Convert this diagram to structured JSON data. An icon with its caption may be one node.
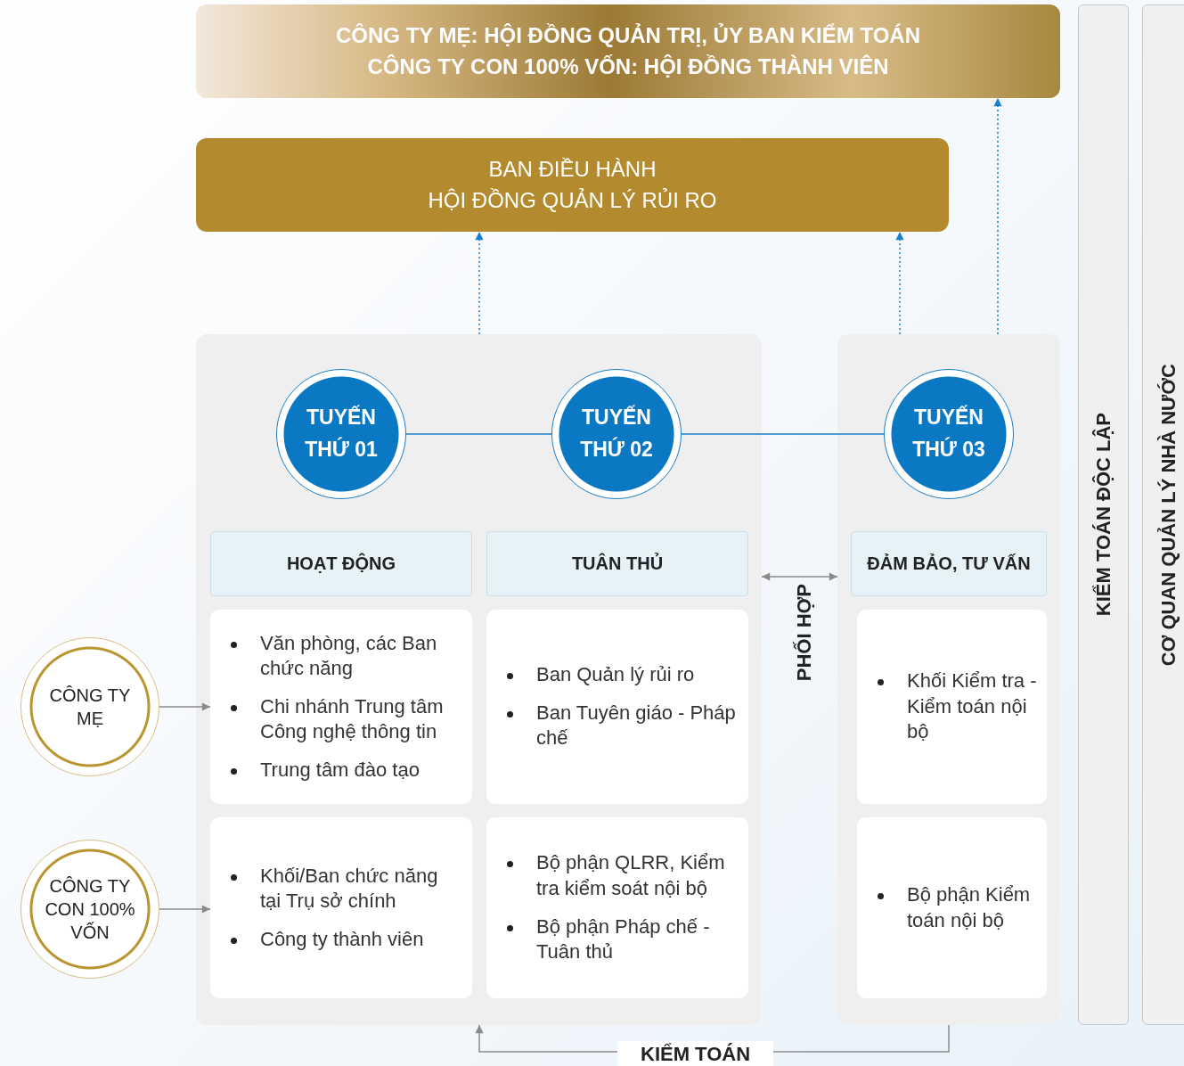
{
  "diagram": {
    "nodes": [
      {
        "text": [
          "CÔNG TY MẸ: HỘI ĐỒNG QUẢN TRỊ, ỦY BAN KIỂM TOÁN",
          "CÔNG TY CON 100% VỐN: HỘI ĐỒNG THÀNH VIÊN"
        ]
      },
      {
        "text": [
          "BAN ĐIỀU HÀNH",
          "HỘI ĐỒNG QUẢN LÝ RỦI RO"
        ]
      },
      {
        "text": [],
        "shape": "box"
      },
      {
        "text": [
          "TUYẾN THỨ 01"
        ],
        "in": 2
      },
      {
        "text": [
          "TUYẾN THỨ 02"
        ],
        "in": 2
      },
      {
        "text": [],
        "shape": "box"
      },
      {
        "text": [
          "TUYẾN THỨ 03"
        ],
        "in": 5
      },
      {
        "text": [
          "KIỂM TOÁN ĐỘC LẬP"
        ]
      },
      {
        "text": [
          "CƠ QUAN QUẢN LÝ NHÀ NƯỚC"
        ]
      },
      {
        "text": [
          "HOẠT ĐỘNG"
        ],
        "in": 2
      },
      {
        "text": [
          "TUÂN THỦ"
        ],
        "in": 2
      },
      {
        "text": [
          "ĐẢM BẢO, TƯ VẤN"
        ],
        "in": 5
      },
      {
        "text": [
          "CÔNG TY MẸ"
        ]
      },
      {
        "text": [
          "Văn phòng, các Ban chức năng",
          "Chi nhánh Trung tâm Công nghệ thông tin",
          "Trung tâm đào tạo"
        ],
        "in": 2
      },
      {
        "text": [
          "Ban Quản lý rủi ro",
          "Ban Tuyên giáo - Pháp chế"
        ],
        "in": 2
      },
      {
        "text": [
          "Khối Kiểm tra - Kiểm toán nội bộ"
        ],
        "in": 5
      },
      {
        "text": [
          "CÔNG TY CON 100% VỐN"
        ]
      },
      {
        "text": [
          "Khối/Ban chức năng tại Trụ sở chính",
          "Công ty thành viên"
        ],
        "in": 2
      },
      {
        "text": [
          "Bộ phận QLRR, Kiểm tra kiểm soát nội bộ",
          "Bộ phận Pháp chế - Tuân thủ"
        ],
        "in": 2
      },
      {
        "text": [
          "Bộ phận Kiểm toán nội bộ"
        ],
        "in": 5
      }
    ],
    "edges": [
      {
        "from": 2,
        "to": 1,
        "arrow": "to",
        "style": "dashed"
      },
      {
        "from": 5,
        "to": 1,
        "arrow": "to",
        "style": "dashed"
      },
      {
        "from": 5,
        "to": 0,
        "arrow": "to",
        "style": "dashed"
      },
      {
        "from": 3,
        "to": 4,
        "arrow": "none"
      },
      {
        "from": 4,
        "to": 6,
        "arrow": "none"
      },
      {
        "from": 2,
        "to": 5,
        "arrow": "both",
        "label": "PHỐI HỢP",
        "color": "#8a8a8a"
      },
      {
        "from": 5,
        "to": 2,
        "arrow": "to",
        "label": "KIỂM TOÁN",
        "color": "#8a8a8a"
      },
      {
        "from": 12,
        "to": 13,
        "arrow": "to",
        "color": "#8a8a8a"
      },
      {
        "from": 16,
        "to": 17,
        "arrow": "to",
        "color": "#8a8a8a"
      }
    ]
  }
}
